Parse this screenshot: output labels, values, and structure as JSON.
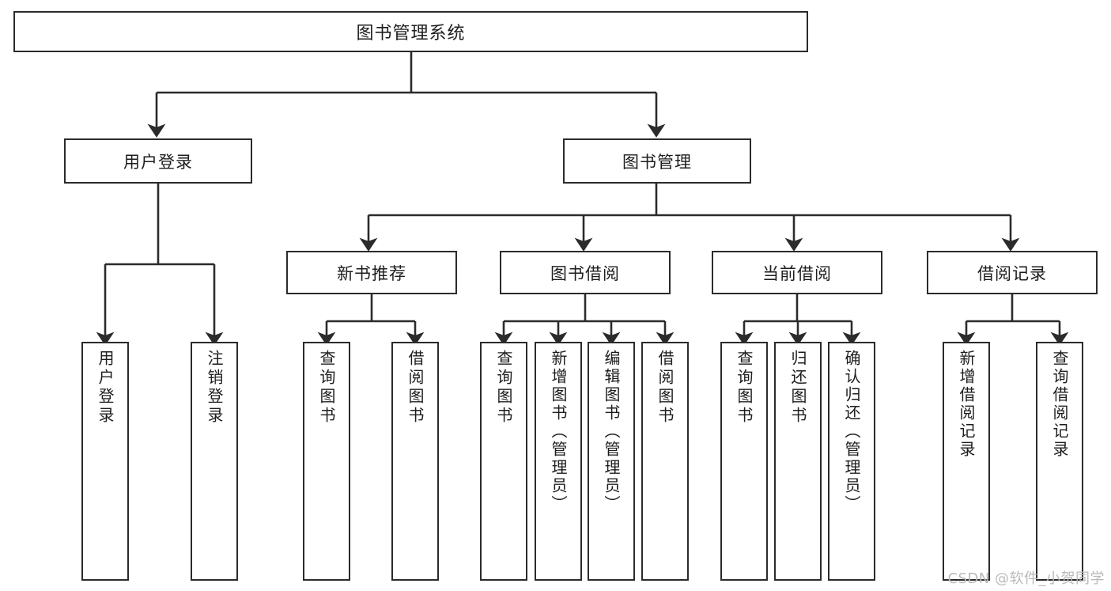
{
  "diagram": {
    "title": "图书管理系统",
    "type": "hierarchy-tree",
    "watermark": "CSDN @软件_小贺同学",
    "colors": {
      "line": "#2b2b2b",
      "box_fill": "#ffffff",
      "text": "#1d1d1d",
      "background": "#ffffff",
      "watermark": "#b9b9b9"
    },
    "root": {
      "label": "图书管理系统"
    },
    "level2": [
      {
        "label": "用户登录"
      },
      {
        "label": "图书管理"
      }
    ],
    "level3": [
      {
        "label": "新书推荐"
      },
      {
        "label": "图书借阅"
      },
      {
        "label": "当前借阅"
      },
      {
        "label": "借阅记录"
      }
    ],
    "leaves": {
      "user_login": [
        {
          "label": "用户登录"
        },
        {
          "label": "注销登录"
        }
      ],
      "new_book_recommend": [
        {
          "label": "查询图书"
        },
        {
          "label": "借阅图书"
        }
      ],
      "book_borrow": [
        {
          "label": "查询图书"
        },
        {
          "label": "新增图书（管理员）"
        },
        {
          "label": "编辑图书（管理员）"
        },
        {
          "label": "借阅图书"
        }
      ],
      "current_borrow": [
        {
          "label": "查询图书"
        },
        {
          "label": "归还图书"
        },
        {
          "label": "确认归还（管理员）"
        }
      ],
      "borrow_record": [
        {
          "label": "新增借阅记录"
        },
        {
          "label": "查询借阅记录"
        }
      ]
    }
  }
}
